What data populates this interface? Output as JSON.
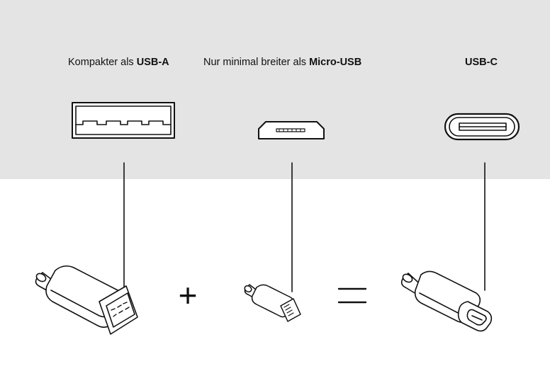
{
  "captions": {
    "usb_a": {
      "prefix": "Kompakter als ",
      "bold": "USB-A"
    },
    "micro_usb": {
      "prefix": "Nur minimal breiter als ",
      "bold": "Micro-USB"
    },
    "usb_c": {
      "prefix": "",
      "bold": "USB-C"
    }
  },
  "operators": {
    "plus": "+",
    "equals": "="
  },
  "colors": {
    "top_panel": "#e4e4e4",
    "line": "#111111",
    "plug_fill": "#ffffff",
    "plug_shade": "#d9d9d9"
  },
  "icons": [
    "usb-a-port-icon",
    "micro-usb-port-icon",
    "usb-c-port-icon",
    "usb-a-plug-icon",
    "micro-usb-plug-icon",
    "usb-c-plug-icon"
  ]
}
